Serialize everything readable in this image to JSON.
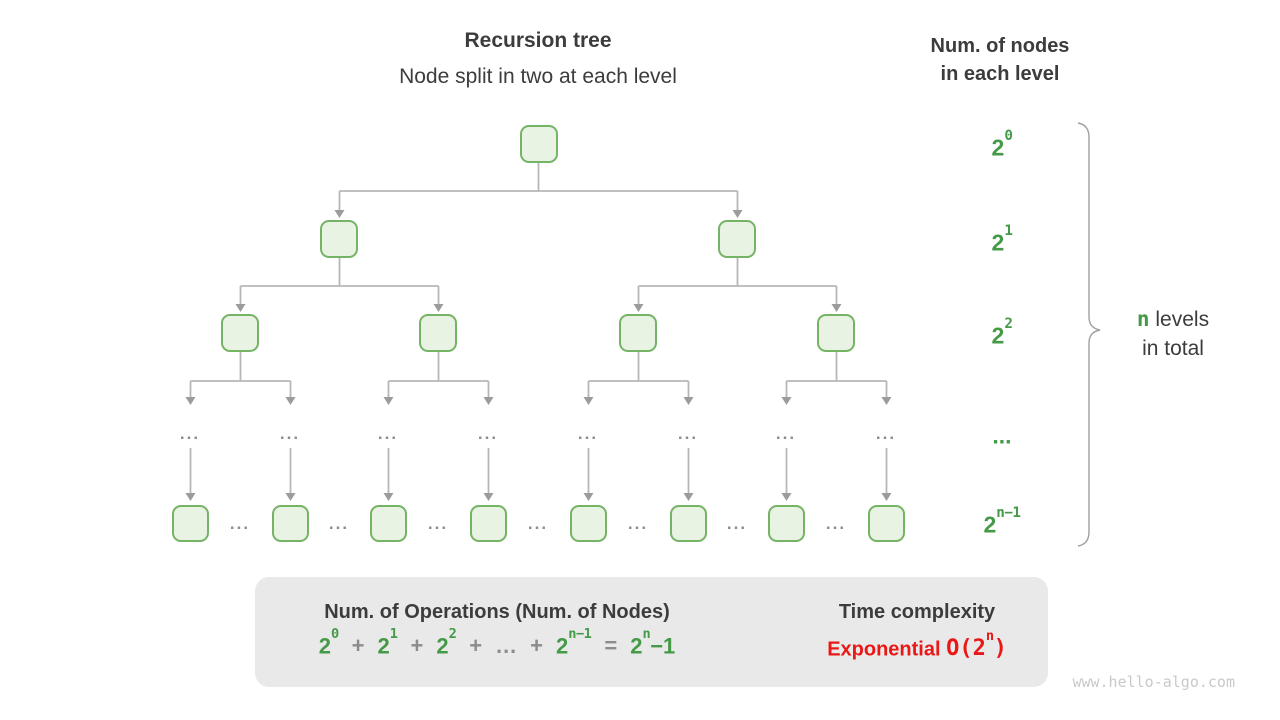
{
  "title": {
    "heading": "Recursion tree",
    "subheading": "Node split in two at each level"
  },
  "right_header": {
    "line1": "Num. of nodes",
    "line2": "in each level"
  },
  "level_labels": [
    {
      "base": "2",
      "sup": "0"
    },
    {
      "base": "2",
      "sup": "1"
    },
    {
      "base": "2",
      "sup": "2"
    },
    {
      "base": "...",
      "sup": ""
    },
    {
      "base": "2",
      "sup": "n−1"
    }
  ],
  "brace_label": {
    "n": "n",
    "levels": "levels",
    "line2": "in total"
  },
  "tree": {
    "row_ellipsis": "...",
    "leaf_gap_ellipsis": "..."
  },
  "summary": {
    "operations_title": "Num. of Operations (Num. of Nodes)",
    "formula": [
      {
        "t": "2",
        "sup": "0"
      },
      {
        "t": "+"
      },
      {
        "t": "2",
        "sup": "1"
      },
      {
        "t": "+"
      },
      {
        "t": "2",
        "sup": "2"
      },
      {
        "t": "+"
      },
      {
        "t": "…"
      },
      {
        "t": "+"
      },
      {
        "t": "2",
        "sup": "n−1"
      },
      {
        "t": "="
      },
      {
        "t": "2",
        "sup": "n",
        "tail": "−1"
      }
    ],
    "time_complexity_title": "Time complexity",
    "complexity_name": "Exponential",
    "complexity_o": {
      "t": "O(2",
      "sup": "n",
      "tail": ")"
    }
  },
  "watermark": "www.hello-algo.com",
  "colors": {
    "green": "#459a48",
    "node_border": "#76b465",
    "node_fill": "#e9f3e4",
    "line_gray": "#b7b7b7",
    "arrow_gray": "#9c9c9c",
    "red": "#ea1717",
    "box_bg": "#e9e9e9"
  }
}
